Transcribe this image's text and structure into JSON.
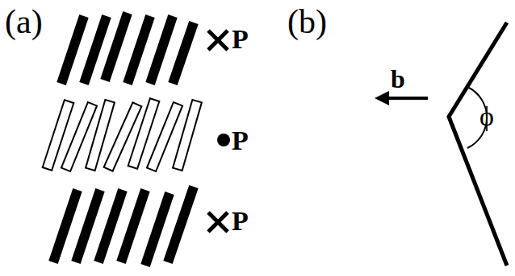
{
  "diagram": {
    "labels": [
      "(a)",
      "P",
      "P",
      "P",
      "(b)",
      "b",
      "ϕ"
    ]
  }
}
